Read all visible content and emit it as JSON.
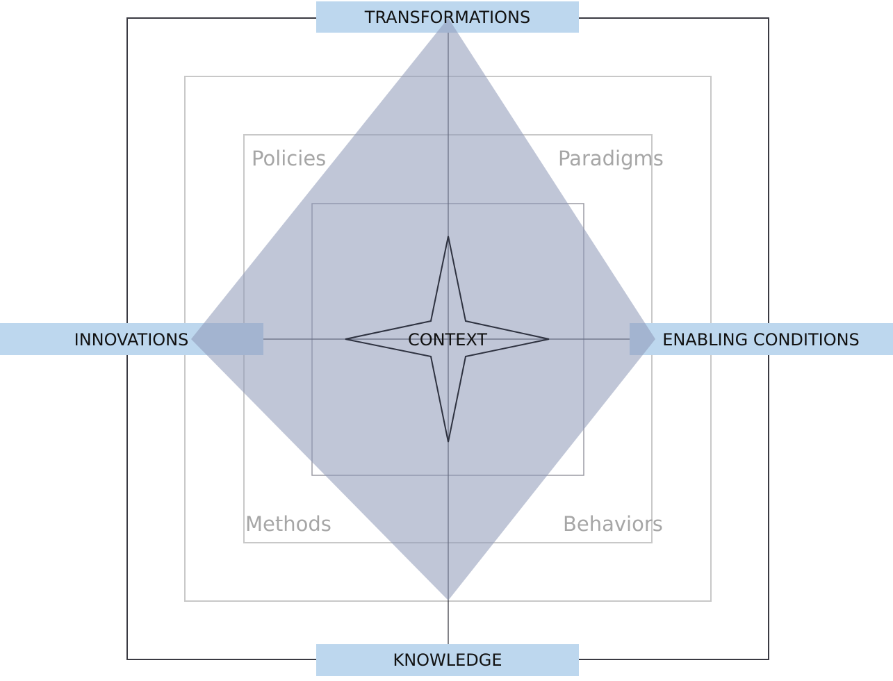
{
  "labels": {
    "top": "TRANSFORMATIONS",
    "bottom": "KNOWLEDGE",
    "left": "INNOVATIONS",
    "right": "ENABLING CONDITIONS",
    "center": "CONTEXT"
  },
  "quadrants": {
    "top_left": "Policies",
    "top_right": "Paradigms",
    "bottom_left": "Methods",
    "bottom_right": "Behaviors"
  },
  "colors": {
    "label_box": "#bdd7ee",
    "label_box_overlap": "#8faacc",
    "diamond_fill": "#8e99b8",
    "outer_frame": "#3a3a42",
    "inner_frames": "#c8c8c8",
    "inner_most_frame": "#9a9aa4",
    "axis_line": "#2e2e38",
    "star_stroke": "#2e3240",
    "quadrant_text": "#a6a6a6",
    "label_text": "#111111"
  }
}
